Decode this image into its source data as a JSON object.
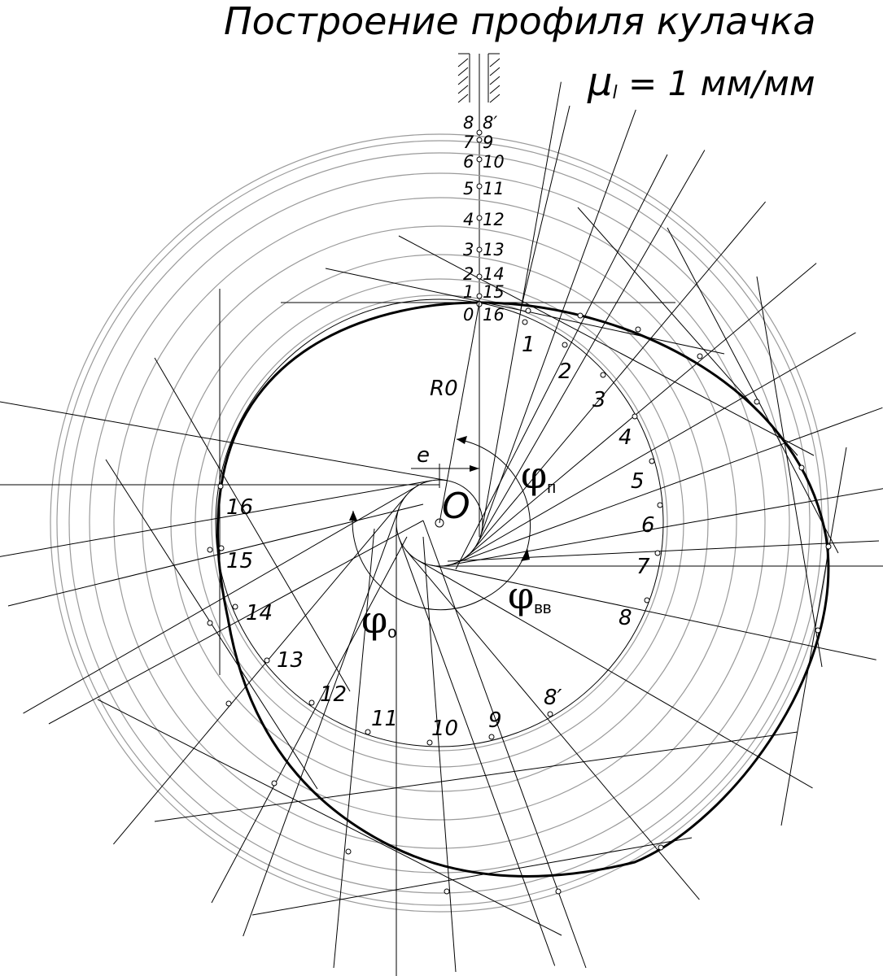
{
  "title": "Построение профиля кулачка",
  "scale": {
    "symbol": "μ",
    "subscript": "l",
    "text": " = 1 мм/мм"
  },
  "center_label": "O",
  "radius_label": "R0",
  "eccentricity_label": "e",
  "phase_labels": {
    "rise": {
      "symbol": "φ",
      "sub": "п"
    },
    "far_dwell": {
      "symbol": "φ",
      "sub": "вв"
    },
    "return": {
      "symbol": "φ",
      "sub": "о"
    }
  },
  "follower_labels_left": [
    "8",
    "7",
    "6",
    "5",
    "4",
    "3",
    "2",
    "1",
    "0"
  ],
  "follower_labels_right": [
    "8′",
    "9",
    "10",
    "11",
    "12",
    "13",
    "14",
    "15",
    "16"
  ],
  "rise_division_labels": [
    "1",
    "2",
    "3",
    "4",
    "5",
    "6",
    "7",
    "8"
  ],
  "return_division_labels": [
    "8′",
    "9",
    "10",
    "11",
    "12",
    "13",
    "14",
    "15",
    "16"
  ],
  "colors": {
    "ink": "#000000",
    "construction_circle": "#9a9a9a",
    "paper": "#ffffff"
  }
}
